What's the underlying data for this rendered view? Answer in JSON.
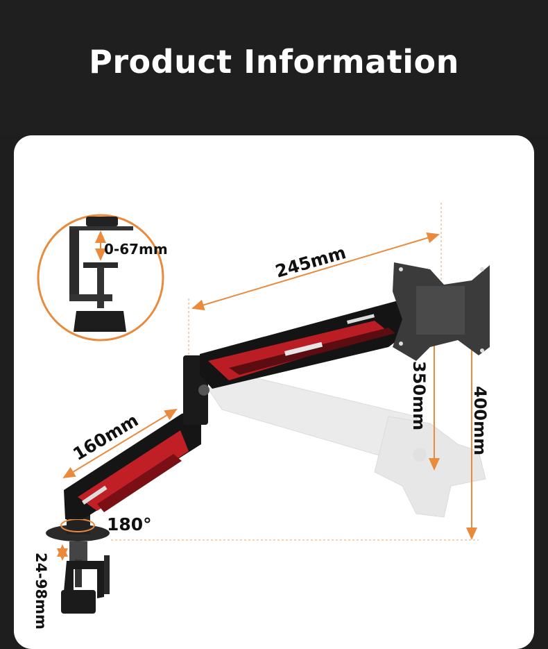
{
  "title": "Product Information",
  "colors": {
    "accent": "#e98a3c",
    "arm_red": "#d9262c",
    "arm_dark": "#141414",
    "background": "#1f1f1f"
  },
  "dimensions": {
    "clamp_range": "0-67mm",
    "upper_arm": "245mm",
    "lower_arm": "160mm",
    "vesa_height": "350mm",
    "total_height": "400mm",
    "rotation": "180°",
    "desk_clamp": "24-98mm"
  }
}
